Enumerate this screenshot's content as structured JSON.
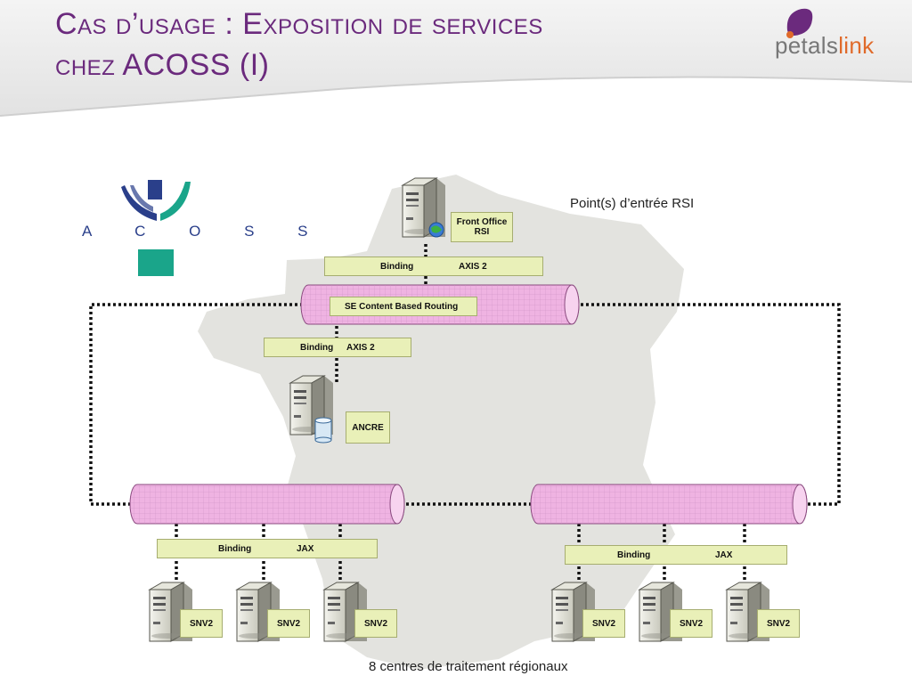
{
  "title": {
    "line1": "Cas d’usage : Exposition de services",
    "line2": "chez ACOSS (I)"
  },
  "logo": {
    "text_main": "petals",
    "text_accent": "link"
  },
  "acoss": {
    "letters": "A C O S S"
  },
  "diagram": {
    "entry_point": "Point(s) d’entrée RSI",
    "front_office": "Front Office RSI",
    "binding_top": {
      "left": "Binding",
      "right": "AXIS 2"
    },
    "se_routing": "SE Content Based Routing",
    "binding_mid": {
      "left": "Binding",
      "right": "AXIS 2"
    },
    "ancre": "ANCRE",
    "binding_left": {
      "left": "Binding",
      "right": "JAX"
    },
    "binding_right": {
      "left": "Binding",
      "right": "JAX"
    },
    "snv_label": "SNV2",
    "snv_nodes": [
      "SNV2",
      "SNV2",
      "SNV2",
      "SNV2",
      "SNV2",
      "SNV2"
    ],
    "footer": "8 centres de traitement régionaux"
  },
  "colors": {
    "title": "#6b2a7d",
    "bus_fill": "#efb3e2",
    "label_fill": "#e9f0b8",
    "acoss_blue": "#2a3f8a",
    "acoss_teal": "#1aa58a"
  }
}
